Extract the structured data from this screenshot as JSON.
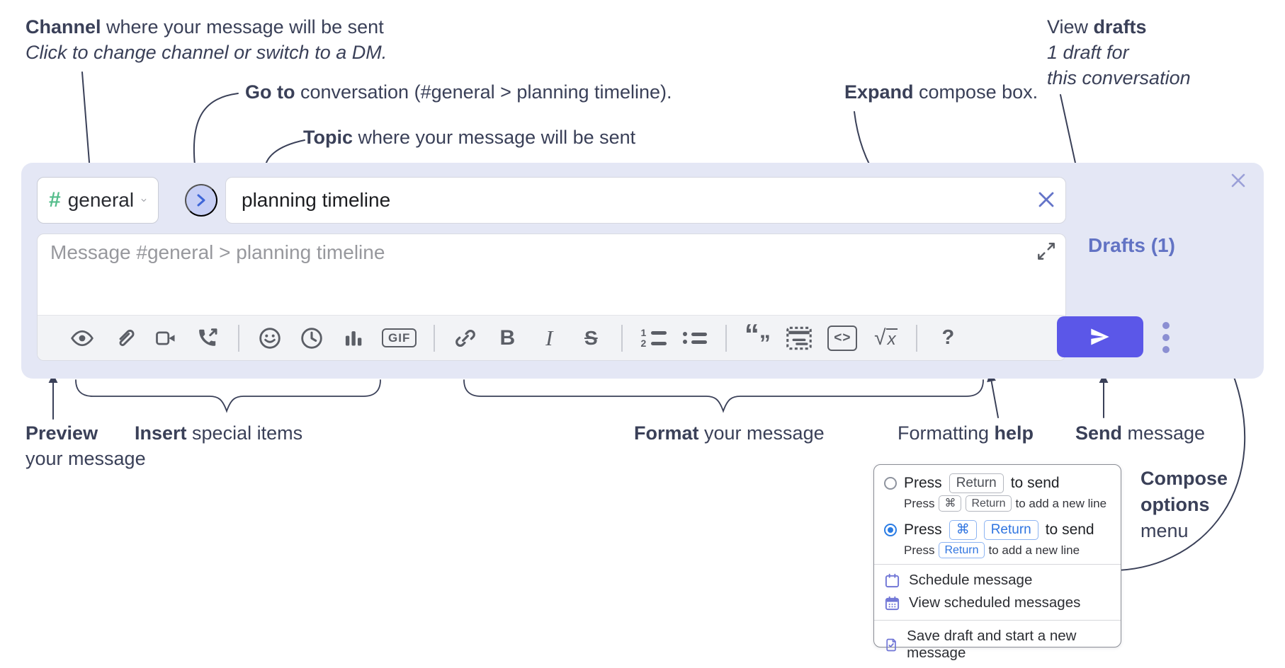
{
  "annotations": {
    "channel_line1_bold": "Channel",
    "channel_line1_rest": " where your message will be sent",
    "channel_line2": "Click to change channel or switch to a DM.",
    "goto_bold": "Go to",
    "goto_rest": " conversation (#general > planning timeline).",
    "topic_bold": "Topic",
    "topic_rest": " where your message will be sent",
    "drafts_line1_pre": "View ",
    "drafts_line1_bold": "drafts",
    "drafts_line2": "1 draft for",
    "drafts_line3": "this conversation",
    "expand_bold": "Expand",
    "expand_rest": " compose box.",
    "preview_bold": "Preview",
    "preview_line2": "your message",
    "insert_bold": "Insert",
    "insert_rest": " special items",
    "format_bold": "Format",
    "format_rest": " your message",
    "help_pre": "Formatting ",
    "help_bold": "help",
    "send_bold": "Send",
    "send_rest": " message",
    "compose_line1": "Compose",
    "compose_line2": "options",
    "compose_line3": "menu"
  },
  "compose": {
    "channel_hash": "#",
    "channel_name": "general",
    "topic_value": "planning timeline",
    "message_placeholder": "Message #general > planning timeline",
    "drafts_label": "Drafts (1)"
  },
  "toolbar": {
    "gif": "GIF",
    "bold": "B",
    "italic": "I",
    "strike": "S",
    "ol_1": "1",
    "ol_2": "2",
    "quote_open": "“",
    "quote_close": "”",
    "code": "<>",
    "math_root": "√",
    "math_x": "x",
    "help": "?"
  },
  "popup": {
    "opt1_press": "Press",
    "opt1_key": "Return",
    "opt1_suffix": "to send",
    "opt1_sub_press": "Press",
    "opt1_sub_key1": "⌘",
    "opt1_sub_key2": "Return",
    "opt1_sub_suffix": "to add a new line",
    "opt2_press": "Press",
    "opt2_key1": "⌘",
    "opt2_key2": "Return",
    "opt2_suffix": "to send",
    "opt2_sub_press": "Press",
    "opt2_sub_key": "Return",
    "opt2_sub_suffix": "to add a new line",
    "item_schedule": "Schedule message",
    "item_view_scheduled": "View scheduled messages",
    "item_save_draft": "Save draft and start a new message"
  },
  "colors": {
    "accent_send": "#5b57e8",
    "lavender_bg": "#e4e7f5",
    "green_hash": "#55bd8b",
    "drafts_link": "#6273c4",
    "kbd_blue": "#2f74e0",
    "radio_selected": "#2a7ce4",
    "popup_icon_purple": "#7076d6",
    "annotation_ink": "#3a4058"
  }
}
